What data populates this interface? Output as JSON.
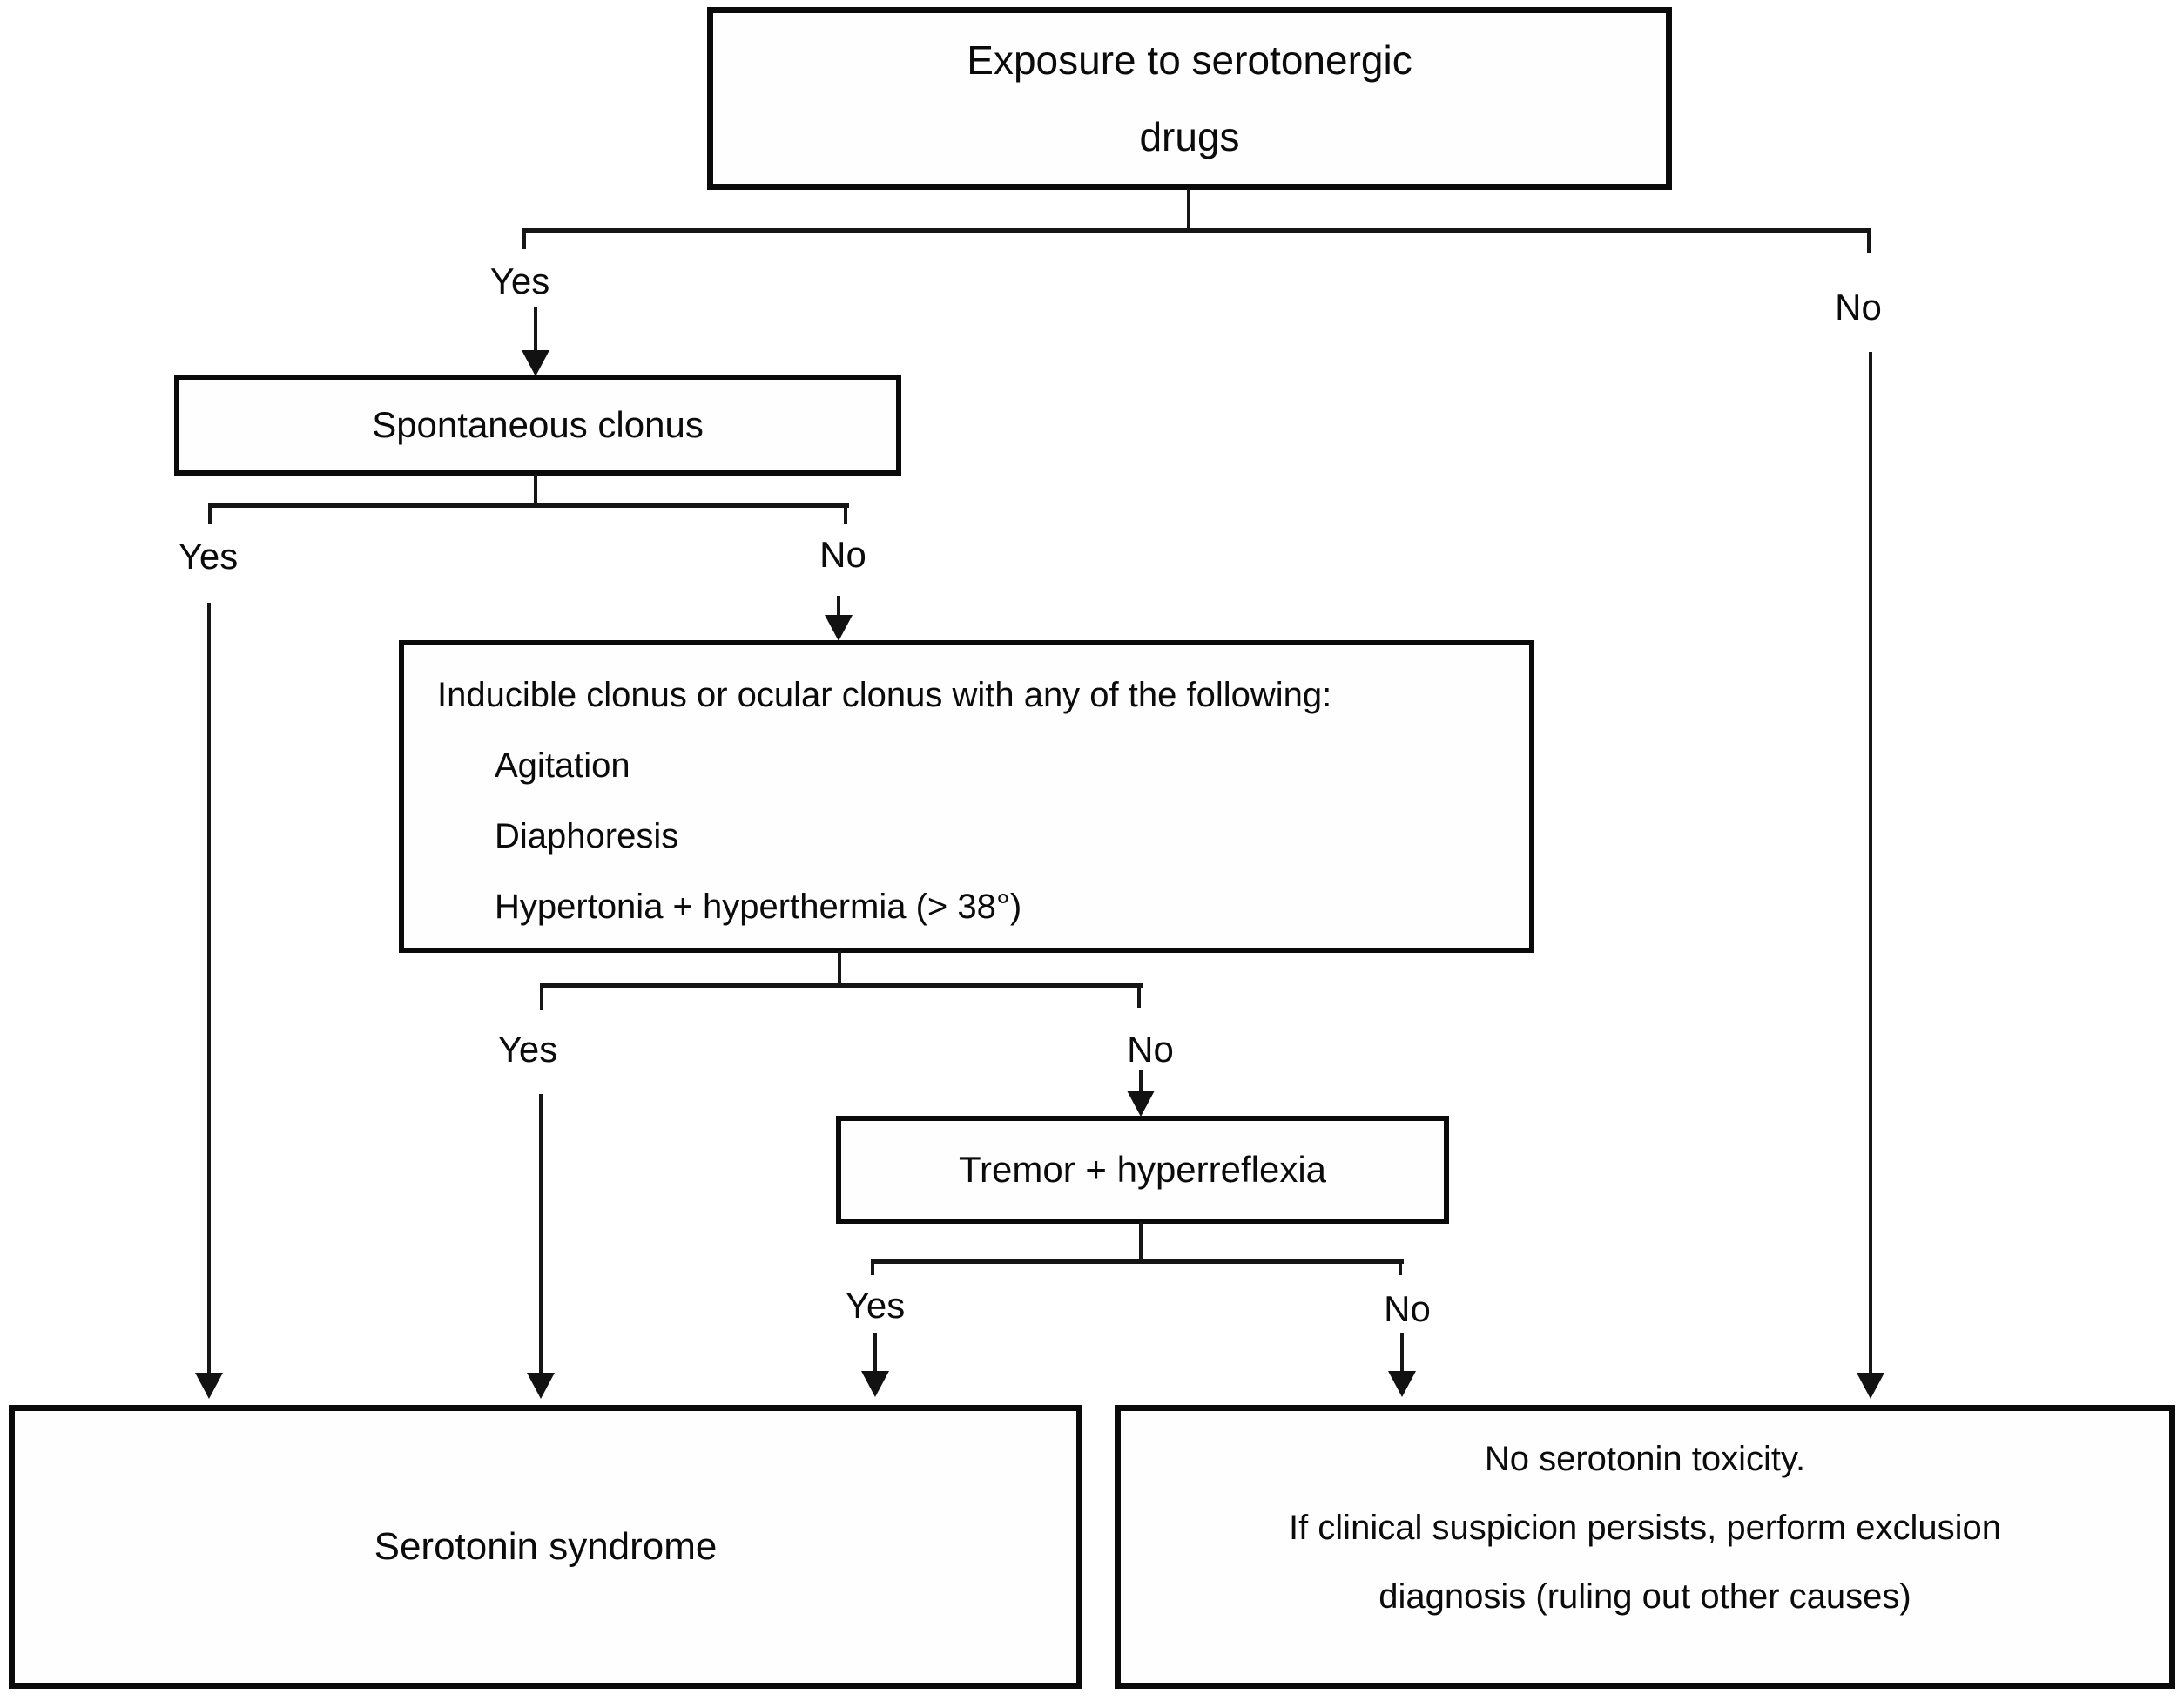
{
  "diagram": {
    "colors": {
      "ink": "#161616",
      "border": "#0a0a0a",
      "background": "#ffffff"
    },
    "nodes": {
      "exposure": {
        "line1": "Exposure to serotonergic",
        "line2": "drugs"
      },
      "spontaneous_clonus": {
        "label": "Spontaneous clonus"
      },
      "inducible_clonus": {
        "title": "Inducible clonus or ocular clonus with any of the following:",
        "items": [
          "Agitation",
          "Diaphoresis",
          "Hypertonia + hyperthermia (> 38°)"
        ]
      },
      "tremor": {
        "label": "Tremor + hyperreflexia"
      },
      "serotonin_syndrome": {
        "label": "Serotonin syndrome"
      },
      "no_toxicity": {
        "line1": "No serotonin toxicity.",
        "line2": "If clinical suspicion persists, perform exclusion",
        "line3": "diagnosis (ruling out other causes)"
      }
    },
    "edge_labels": {
      "exposure_yes": "Yes",
      "exposure_no": "No",
      "spontaneous_yes": "Yes",
      "spontaneous_no": "No",
      "inducible_yes": "Yes",
      "inducible_no": "No",
      "tremor_yes": "Yes",
      "tremor_no": "No"
    }
  }
}
